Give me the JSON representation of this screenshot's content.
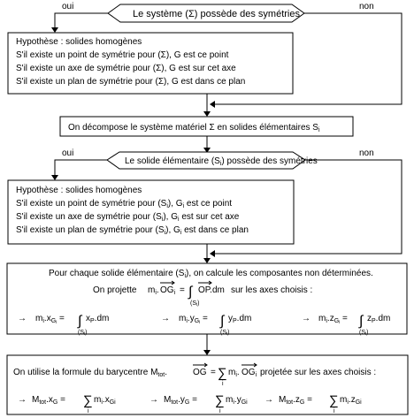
{
  "diagram": {
    "decision1": {
      "yes": "oui",
      "no": "non",
      "text_before": "Le système (",
      "symbol": "Σ",
      "text_after": ") possède des symétries"
    },
    "hypothesis1": {
      "title": "Hypothèse : solides homogènes",
      "line1": "S'il existe un point de symétrie pour (Σ), G est ce point",
      "line2": "S'il existe un axe de symétrie pour (Σ), G est sur cet axe",
      "line3": "S'il existe un plan de symétrie pour (Σ), G est dans ce plan"
    },
    "decompose": {
      "text": "On décompose le système matériel Σ en solides élémentaires S",
      "sub": "i"
    },
    "decision2": {
      "yes": "oui",
      "no": "non",
      "text_before": "Le solide élémentaire (S",
      "sub": "i",
      "text_after": ") possède des symétries"
    },
    "hypothesis2": {
      "title": "Hypothèse : solides homogènes",
      "l1a": "S'il existe un point de symétrie pour (S",
      "l1b": "), G",
      "l1c": " est ce point",
      "l2a": "S'il existe un axe de symétrie pour (S",
      "l2b": "), G",
      "l2c": " est sur cet axe",
      "l3a": "S'il existe un plan de symétrie pour (S",
      "l3b": "), G",
      "l3c": " est dans ce plan",
      "sub": "i"
    },
    "compute": {
      "line1a": "Pour chaque solide élémentaire (S",
      "line1b": "), on calcule les composantes non déterminées.",
      "proj_intro": "On projette ",
      "m": "m",
      "i": "i",
      "dot": ".",
      "og": "OG",
      "eq": "=",
      "integral": "∫",
      "op": "OP",
      "dm": ".dm",
      "proj_end": "  sur les axes choisis :",
      "si_label": "(S",
      "si_close": ")",
      "arrow": "→",
      "x": "x",
      "y": "y",
      "z": "z",
      "G": "G",
      "P": "P"
    },
    "barycentre": {
      "intro": "On utilise la formule du barycentre M",
      "tot": "tot",
      "dot": ".",
      "og": "OG",
      "eq": "=",
      "sum": "∑",
      "m": "m",
      "i": "i",
      "ogi": "OG",
      "end": "  projetée sur les axes choisis :",
      "arrow": "→",
      "M": "M",
      "x": "x",
      "y": "y",
      "z": "z",
      "G": "G",
      "Gi": "Gi"
    }
  }
}
